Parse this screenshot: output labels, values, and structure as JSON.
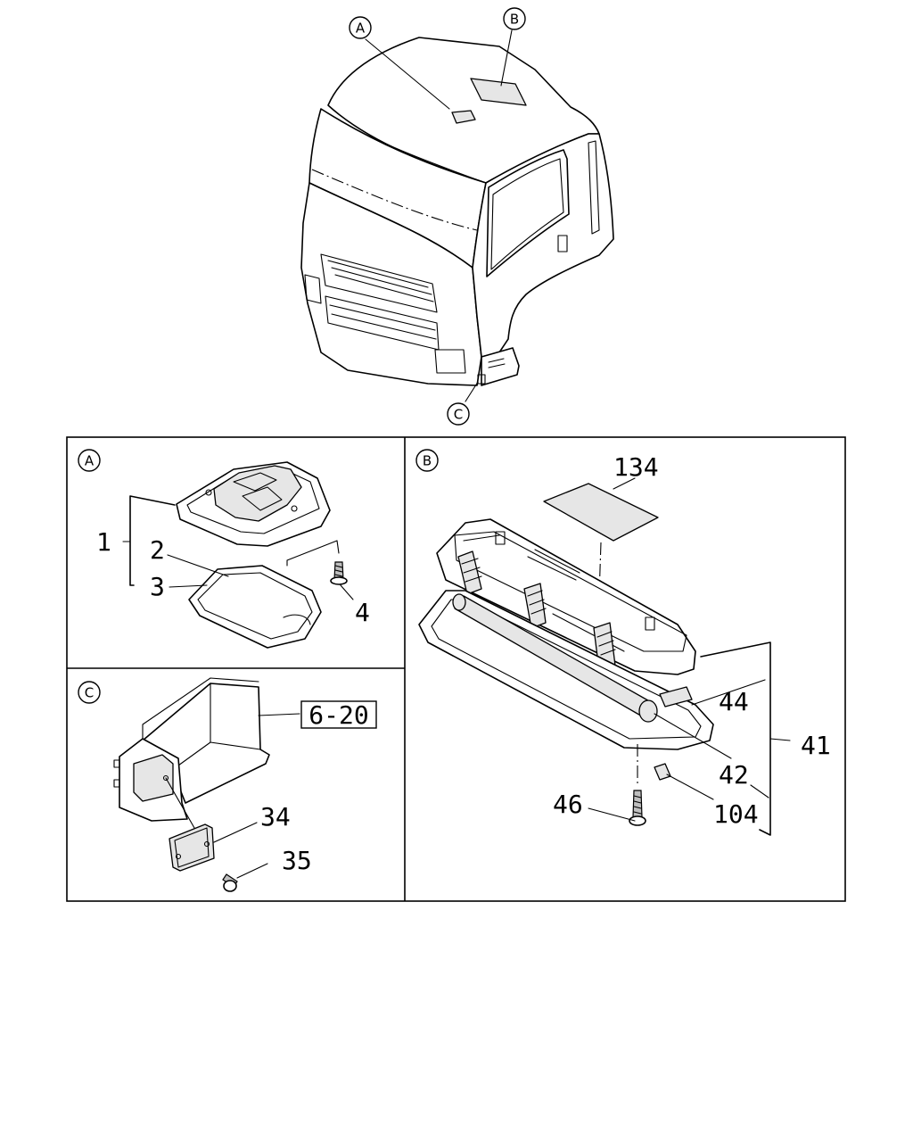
{
  "callouts": {
    "a": "A",
    "b": "B",
    "c": "C"
  },
  "panel_a": {
    "badge": "A",
    "labels": {
      "p1": "1",
      "p2": "2",
      "p3": "3",
      "p4": "4"
    }
  },
  "panel_b": {
    "badge": "B",
    "labels": {
      "p134": "134",
      "p44": "44",
      "p41": "41",
      "p42": "42",
      "p46": "46",
      "p104": "104"
    }
  },
  "panel_c": {
    "badge": "C",
    "ref_box": "6-20",
    "labels": {
      "p34": "34",
      "p35": "35"
    }
  }
}
